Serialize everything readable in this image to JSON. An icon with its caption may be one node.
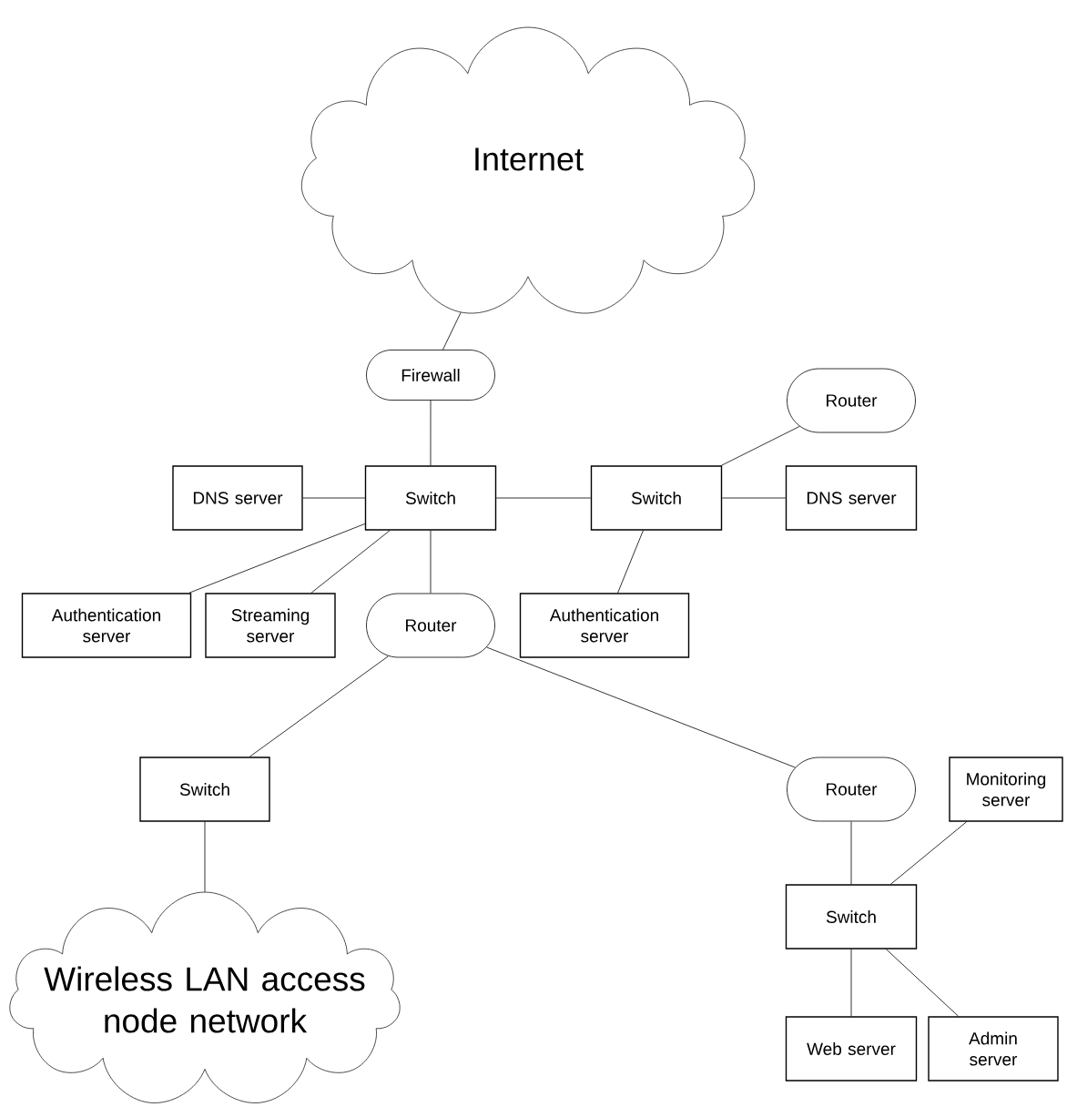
{
  "diagram": {
    "nodes": [
      {
        "text": [
          "Internet"
        ]
      },
      {
        "text": [
          "Firewall"
        ]
      },
      {
        "text": [
          "Router"
        ]
      },
      {
        "text": [
          "DNS server"
        ]
      },
      {
        "text": [
          "Switch"
        ]
      },
      {
        "text": [
          "Switch"
        ]
      },
      {
        "text": [
          "DNS server"
        ]
      },
      {
        "text": [
          "Authentication server"
        ]
      },
      {
        "text": [
          "Streaming server"
        ]
      },
      {
        "text": [
          "Router"
        ]
      },
      {
        "text": [
          "Authentication server"
        ]
      },
      {
        "text": [
          "Switch"
        ]
      },
      {
        "text": [
          "Router"
        ]
      },
      {
        "text": [
          "Monitoring server"
        ]
      },
      {
        "text": [
          "Wireless LAN access node network"
        ]
      },
      {
        "text": [
          "Switch"
        ]
      },
      {
        "text": [
          "Web server"
        ]
      },
      {
        "text": [
          "Admin server"
        ]
      }
    ],
    "edges": [
      {
        "from": 0,
        "to": 1,
        "arrow": "none"
      },
      {
        "from": 1,
        "to": 4,
        "arrow": "none"
      },
      {
        "from": 3,
        "to": 4,
        "arrow": "none"
      },
      {
        "from": 4,
        "to": 5,
        "arrow": "none"
      },
      {
        "from": 5,
        "to": 2,
        "arrow": "none"
      },
      {
        "from": 5,
        "to": 6,
        "arrow": "none"
      },
      {
        "from": 4,
        "to": 7,
        "arrow": "none"
      },
      {
        "from": 4,
        "to": 8,
        "arrow": "none"
      },
      {
        "from": 4,
        "to": 9,
        "arrow": "none"
      },
      {
        "from": 5,
        "to": 10,
        "arrow": "none"
      },
      {
        "from": 9,
        "to": 11,
        "arrow": "none"
      },
      {
        "from": 9,
        "to": 12,
        "arrow": "none"
      },
      {
        "from": 11,
        "to": 14,
        "arrow": "none"
      },
      {
        "from": 12,
        "to": 15,
        "arrow": "none"
      },
      {
        "from": 15,
        "to": 13,
        "arrow": "none"
      },
      {
        "from": 15,
        "to": 16,
        "arrow": "none"
      },
      {
        "from": 15,
        "to": 17,
        "arrow": "none"
      }
    ]
  }
}
